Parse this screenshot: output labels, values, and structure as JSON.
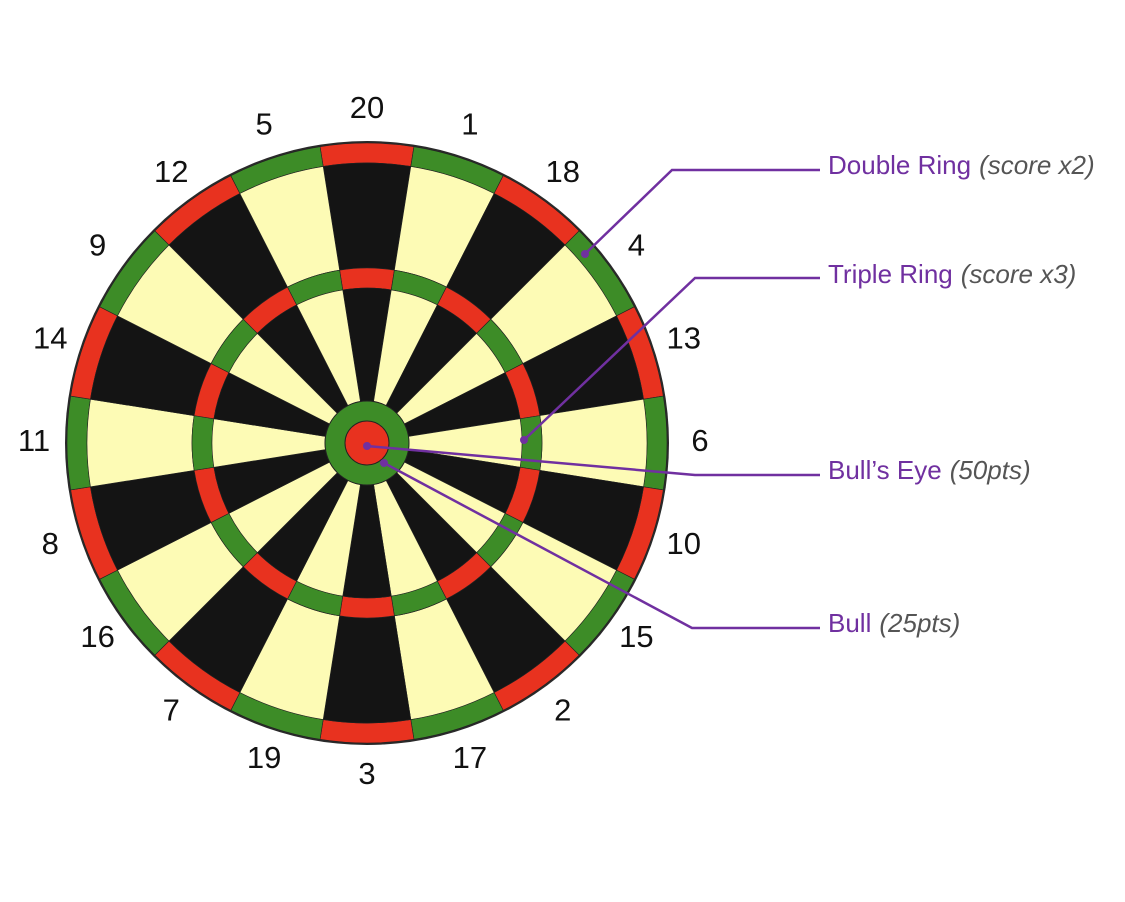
{
  "board": {
    "numbers": [
      "20",
      "1",
      "18",
      "4",
      "13",
      "6",
      "10",
      "15",
      "2",
      "17",
      "3",
      "19",
      "7",
      "16",
      "8",
      "11",
      "14",
      "9",
      "12",
      "5"
    ],
    "colors": {
      "black": "#141414",
      "cream": "#fdfbb5",
      "red": "#e8321f",
      "green": "#3d8c27",
      "rim": "#2a2a2a"
    }
  },
  "callouts": [
    {
      "id": "double",
      "name": "Double Ring",
      "note": "(score x2)"
    },
    {
      "id": "triple",
      "name": "Triple Ring",
      "note": "(score x3)"
    },
    {
      "id": "bullseye",
      "name": "Bull’s Eye",
      "note": "(50pts)"
    },
    {
      "id": "bull",
      "name": "Bull",
      "note": "(25pts)"
    }
  ],
  "leader_color": "#7030a0"
}
